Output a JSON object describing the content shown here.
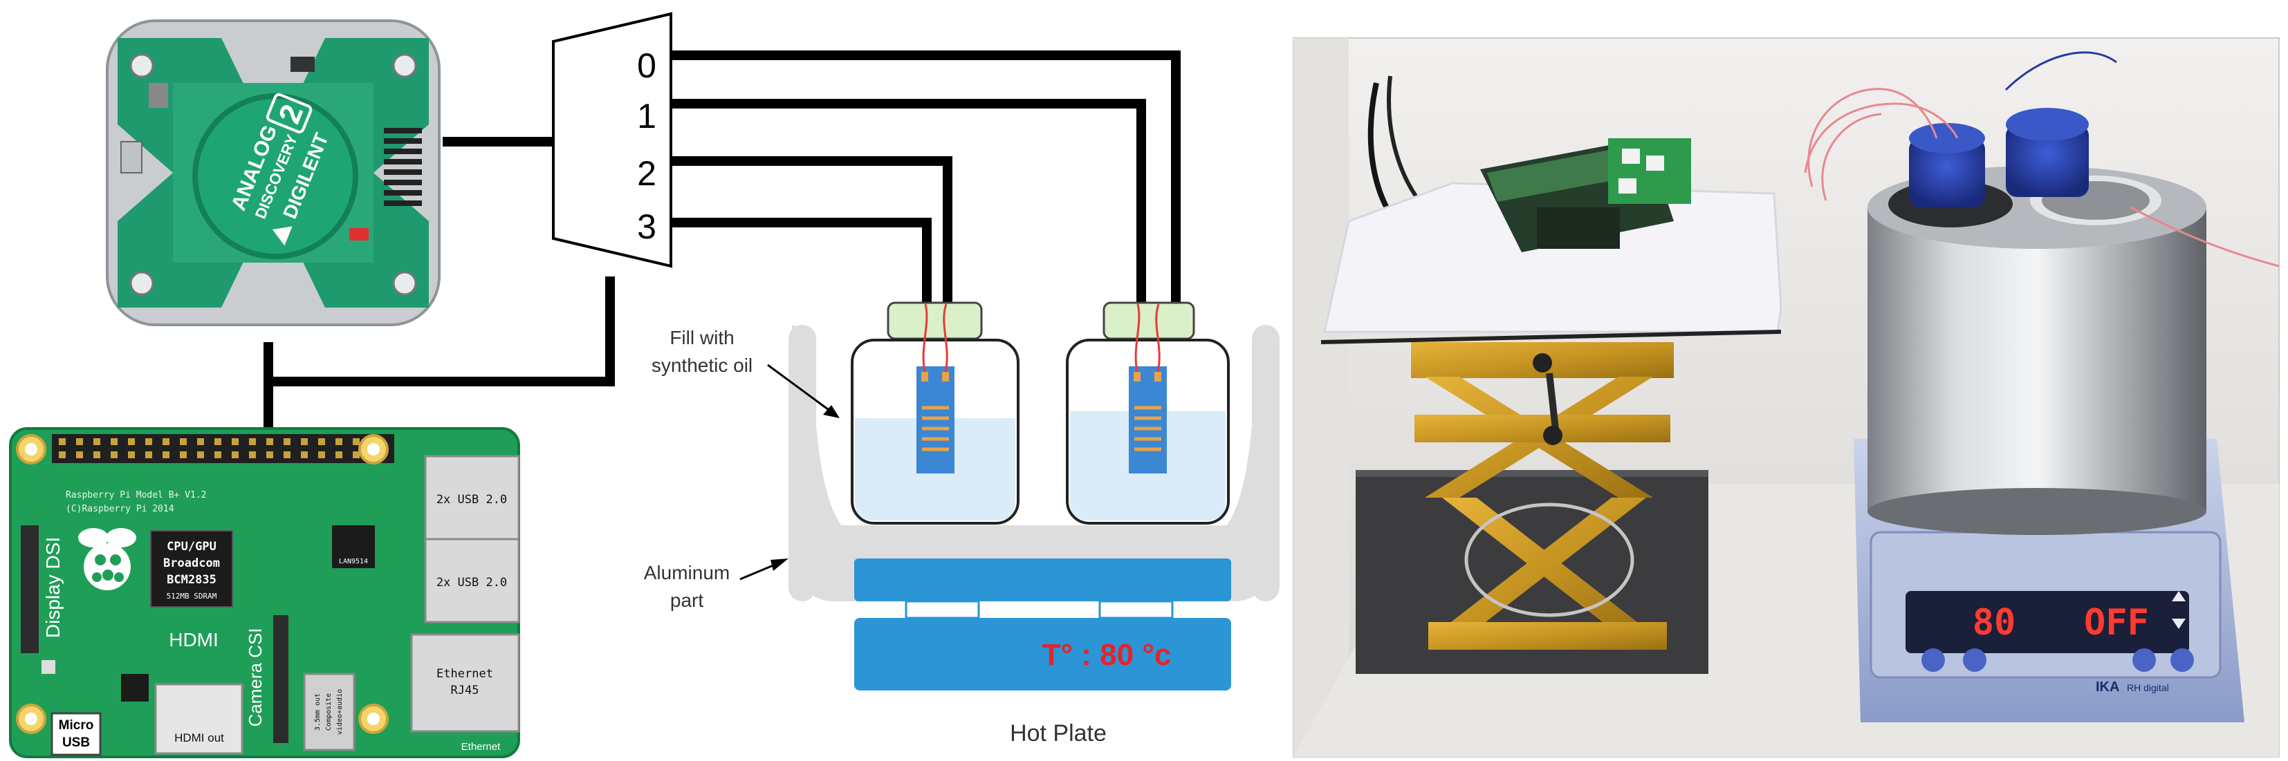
{
  "analog_discovery": {
    "brand_line1": "ANALOG",
    "brand_line2": "DISCOVERY",
    "model": "2",
    "maker": "DIGILENT"
  },
  "mux": {
    "channels": [
      "0",
      "1",
      "2",
      "3"
    ]
  },
  "raspberry_pi": {
    "board_line1": "Raspberry Pi Model B+ V1.2",
    "board_line2": "(C)Raspberry Pi 2014",
    "cpu_line1": "CPU/GPU",
    "cpu_line2": "Broadcom",
    "cpu_line3": "BCM2835",
    "cpu_line4": "512MB SDRAM",
    "usb_top": "2x USB 2.0",
    "usb_bottom": "2x USB 2.0",
    "ethernet_line1": "Ethernet",
    "ethernet_line2": "RJ45",
    "ethernet_edge": "Ethernet",
    "display": "Display DSI",
    "camera": "Camera CSI",
    "hdmi": "HDMI",
    "hdmi_out": "HDMI out",
    "micro_line1": "Micro",
    "micro_line2": "USB",
    "audio_line1": "3.5mm out",
    "audio_line2": "Composite",
    "audio_line3": "video+audio",
    "lan_line1": "LAN9514"
  },
  "setup": {
    "fill_label_line1": "Fill with",
    "fill_label_line2": "synthetic oil",
    "aluminum_line1": "Aluminum",
    "aluminum_line2": "part",
    "temperature": "T° : 80 °c",
    "hot_plate": "Hot Plate"
  },
  "photo": {
    "display_left": "80",
    "display_right": "OFF",
    "brand": "IKA",
    "model": "RH digital"
  },
  "colors": {
    "pcb_green": "#1f9e57",
    "adc_green": "#1e9a6e",
    "plate_blue": "#2b95d6",
    "oil_blue": "#d9ecf8",
    "housing_gray": "#dddddd",
    "temp_red": "#e8222a",
    "display_red": "#ff3b30"
  }
}
